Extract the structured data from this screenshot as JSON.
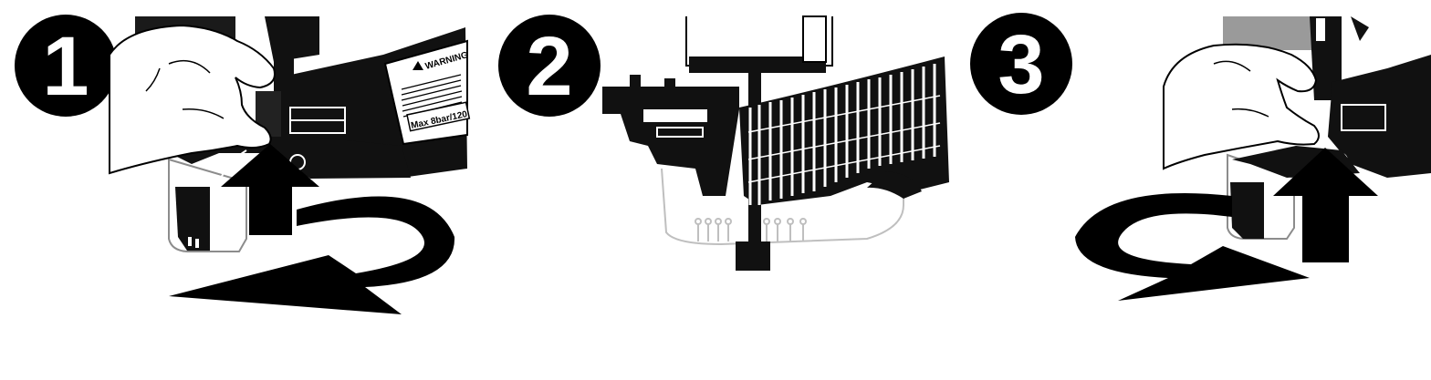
{
  "steps": [
    {
      "number": "1",
      "warning_title": "WARNING",
      "pressure_label": "Max 8bar/120"
    },
    {
      "number": "2"
    },
    {
      "number": "3"
    }
  ],
  "colors": {
    "ink": "#000000",
    "paper": "#ffffff",
    "tool_body": "#1a1a1a",
    "line_art": "#bfbfbf"
  }
}
